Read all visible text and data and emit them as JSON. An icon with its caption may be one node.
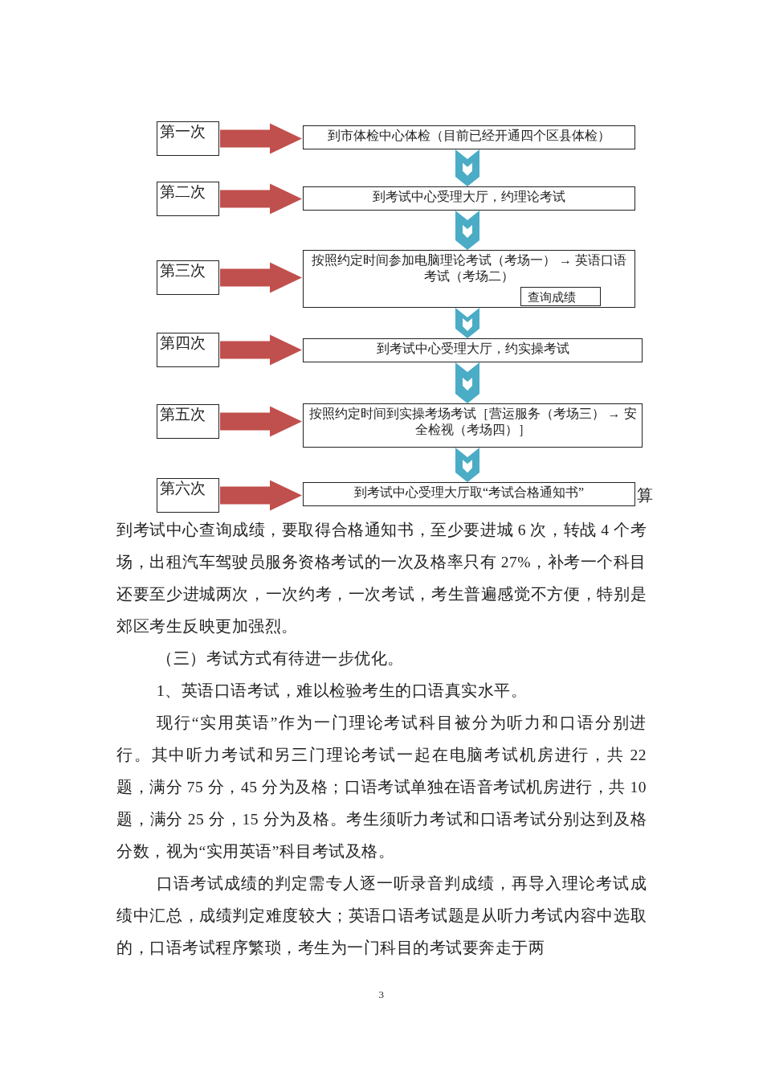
{
  "diagram": {
    "nodes": [
      {
        "text": [
          "第一次"
        ]
      },
      {
        "text": [
          "到市体检中心体检（目前已经开通四个区县体检）"
        ]
      },
      {
        "text": [
          "第二次"
        ]
      },
      {
        "text": [
          "到考试中心受理大厅，约理论考试"
        ]
      },
      {
        "text": [
          "第三次"
        ]
      },
      {
        "text": [
          "按照约定时间参加电脑理论考试（考场一） → 英语口语考试（考场二）"
        ]
      },
      {
        "text": [
          "查询成绩"
        ],
        "in": 5
      },
      {
        "text": [
          "第四次"
        ]
      },
      {
        "text": [
          "到考试中心受理大厅，约实操考试"
        ]
      },
      {
        "text": [
          "第五次"
        ]
      },
      {
        "text": [
          "按照约定时间到实操考场考试［营运服务（考场三） → 安全检视（考场四）］"
        ]
      },
      {
        "text": [
          "第六次"
        ]
      },
      {
        "text": [
          "到考试中心受理大厅取“考试合格通知书”"
        ]
      }
    ],
    "edges": [
      {
        "from": 0,
        "to": 1,
        "arrow": "to"
      },
      {
        "from": 1,
        "to": 3,
        "arrow": "to",
        "color": "#4bacc6"
      },
      {
        "from": 2,
        "to": 3,
        "arrow": "to"
      },
      {
        "from": 3,
        "to": 5,
        "arrow": "to",
        "color": "#4bacc6"
      },
      {
        "from": 4,
        "to": 5,
        "arrow": "to"
      },
      {
        "from": 5,
        "to": 8,
        "arrow": "to",
        "color": "#4bacc6"
      },
      {
        "from": 7,
        "to": 8,
        "arrow": "to"
      },
      {
        "from": 8,
        "to": 10,
        "arrow": "to",
        "color": "#4bacc6"
      },
      {
        "from": 9,
        "to": 10,
        "arrow": "to"
      },
      {
        "from": 10,
        "to": 12,
        "arrow": "to",
        "color": "#4bacc6"
      },
      {
        "from": 11,
        "to": 12,
        "arrow": "to"
      }
    ],
    "labels": [
      "算",
      "到考试中心查询成绩，要取得合格通知书，至少要进城 6 次，转战 4 个考场，出租汽车驾驶员服务资格考试的一次及格率只有 27%，补考一个科目还要至少进城两次，一次约考，一次考试，考生普遍感觉不方便，特别是郊区考生反映更加强烈。",
      "（三）考试方式有待进一步优化。",
      "1、英语口语考试，难以检验考生的口语真实水平。",
      "现行“实用英语”作为一门理论考试科目被分为听力和口语分别进行。其中听力考试和另三门理论考试一起在电脑考试机房进行，共 22 题，满分 75 分，45 分为及格；口语考试单独在语音考试机房进行，共 10 题，满分 25 分，15 分为及格。考生须听力考试和口语考试分别达到及格分数，视为“实用英语”科目考试及格。",
      "口语考试成绩的判定需专人逐一听录音判成绩，再导入理论考试成绩中汇总，成绩判定难度较大；英语口语考试题是从听力考试内容中选取的，口语考试程序繁琐，考生为一门科目的考试要奔走于两",
      "3"
    ]
  }
}
